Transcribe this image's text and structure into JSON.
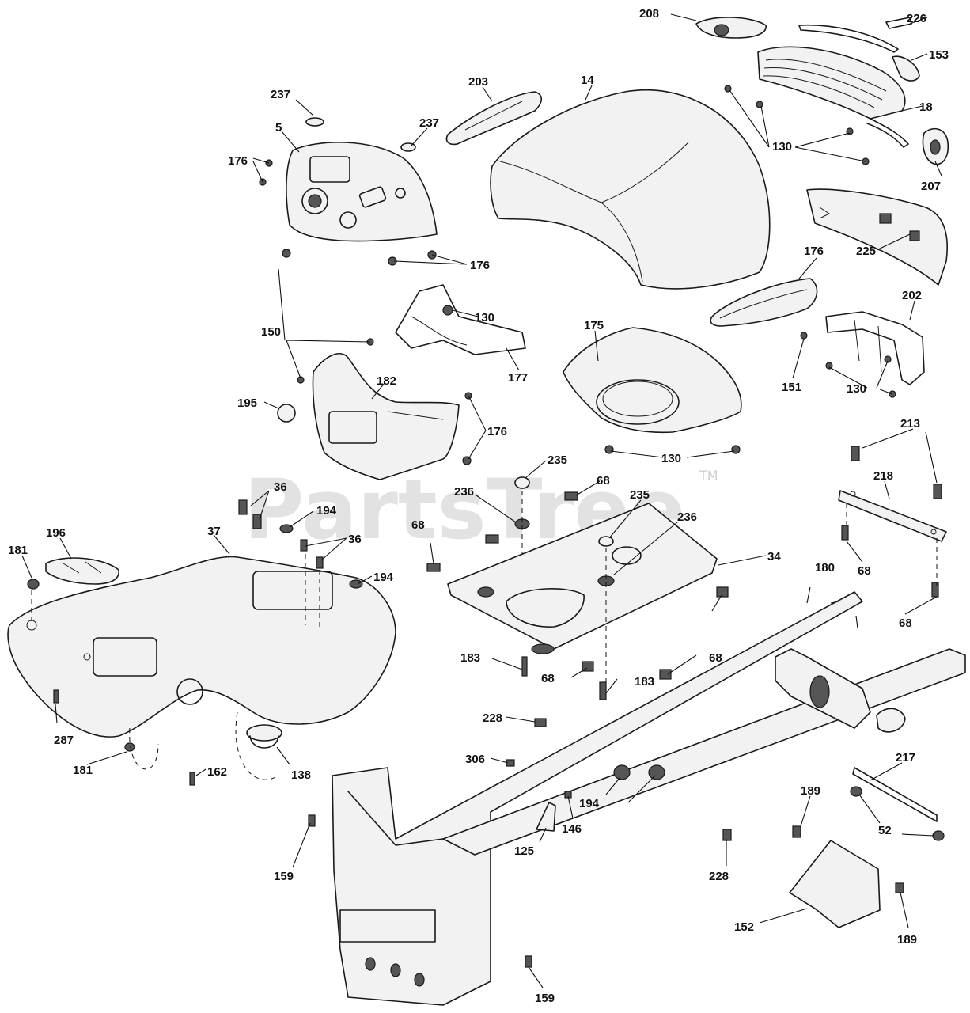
{
  "watermark": {
    "text": "PartsTree",
    "trademark": "TM"
  },
  "callouts": [
    "208",
    "226",
    "153",
    "18",
    "130",
    "207",
    "225",
    "14",
    "203",
    "237",
    "237",
    "5",
    "176",
    "176",
    "176",
    "202",
    "151",
    "130",
    "130",
    "177",
    "175",
    "150",
    "182",
    "195",
    "176",
    "130",
    "235",
    "68",
    "236",
    "235",
    "236",
    "34",
    "213",
    "218",
    "68",
    "68",
    "36",
    "194",
    "36",
    "194",
    "37",
    "196",
    "181",
    "68",
    "183",
    "68",
    "68",
    "183",
    "180",
    "287",
    "181",
    "162",
    "138",
    "228",
    "306",
    "194",
    "146",
    "125",
    "217",
    "189",
    "52",
    "228",
    "159",
    "152",
    "189",
    "159"
  ]
}
